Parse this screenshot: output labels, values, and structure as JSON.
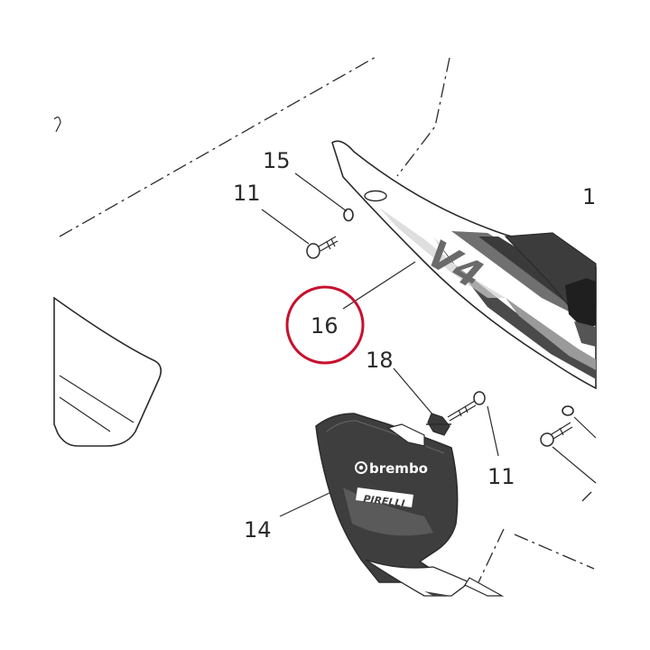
{
  "diagram": {
    "callouts": [
      {
        "id": "c11a",
        "label": "11"
      },
      {
        "id": "c15",
        "label": "15"
      },
      {
        "id": "c16",
        "label": "16"
      },
      {
        "id": "c18",
        "label": "18"
      },
      {
        "id": "c11b",
        "label": "11"
      },
      {
        "id": "c14",
        "label": "14"
      },
      {
        "id": "c1",
        "label": "1"
      }
    ],
    "highlight_color": "#c8102e",
    "panel_logo": "V4",
    "sticker_brand": "brembo",
    "sticker_brand_2": "PIRELLI"
  }
}
